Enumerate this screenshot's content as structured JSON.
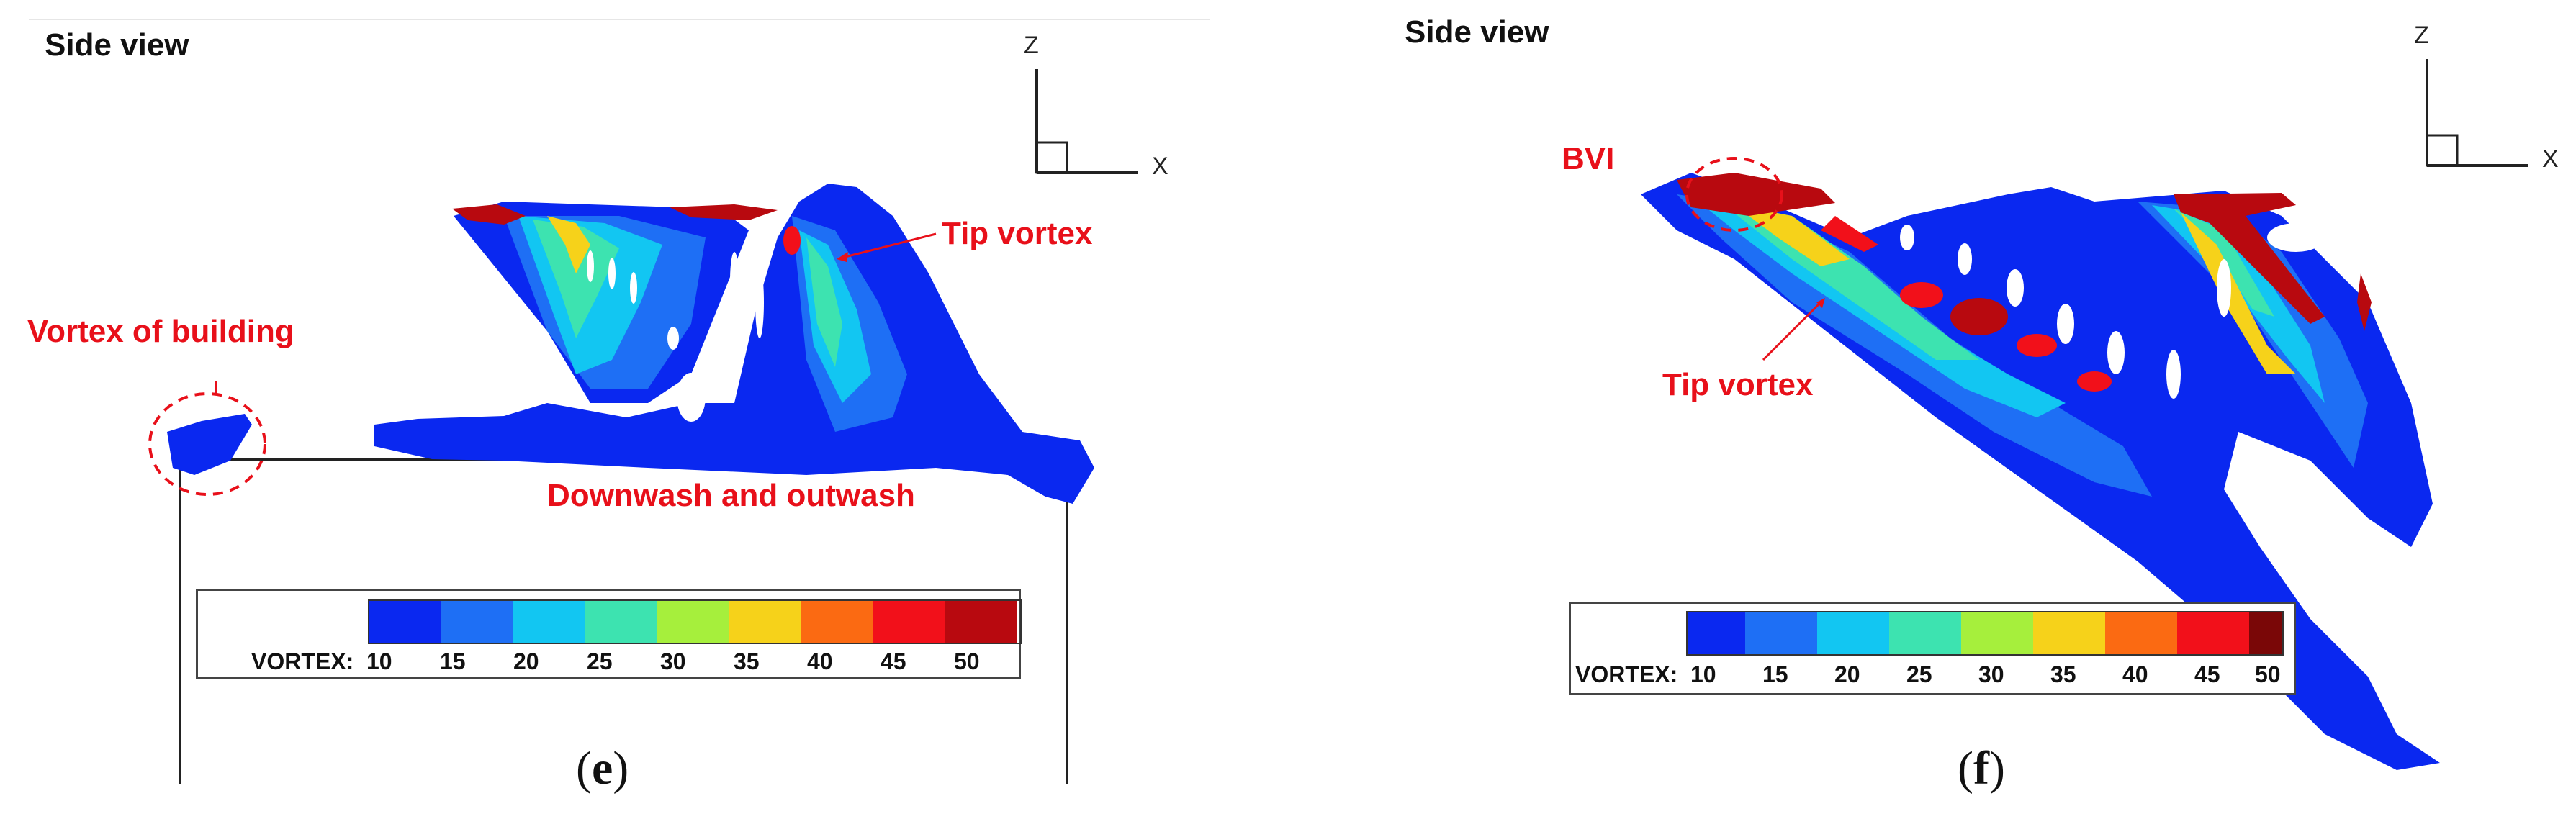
{
  "panels": [
    {
      "title": "Side view",
      "axis_z": "Z",
      "axis_x": "X",
      "annotations": [
        "Tip vortex",
        "Vortex of building",
        "Downwash and outwash"
      ],
      "legend": {
        "label": "VORTEX:",
        "ticks": [
          "10",
          "15",
          "20",
          "25",
          "30",
          "35",
          "40",
          "45",
          "50"
        ]
      },
      "caption_open": "(",
      "caption_letter": "e",
      "caption_close": ")"
    },
    {
      "title": "Side view",
      "axis_z": "Z",
      "axis_x": "X",
      "annotations": [
        "BVI",
        "Tip vortex"
      ],
      "legend": {
        "label": "VORTEX:",
        "ticks": [
          "10",
          "15",
          "20",
          "25",
          "30",
          "35",
          "40",
          "45",
          "50"
        ]
      },
      "caption_open": "(",
      "caption_letter": "f",
      "caption_close": ")"
    }
  ],
  "colormap": [
    "#0a28f0",
    "#1e6ff5",
    "#12c6f2",
    "#3de3b0",
    "#a6ef3c",
    "#f6d21a",
    "#fb6a12",
    "#f2101a",
    "#b8090f",
    "#7a0707"
  ]
}
